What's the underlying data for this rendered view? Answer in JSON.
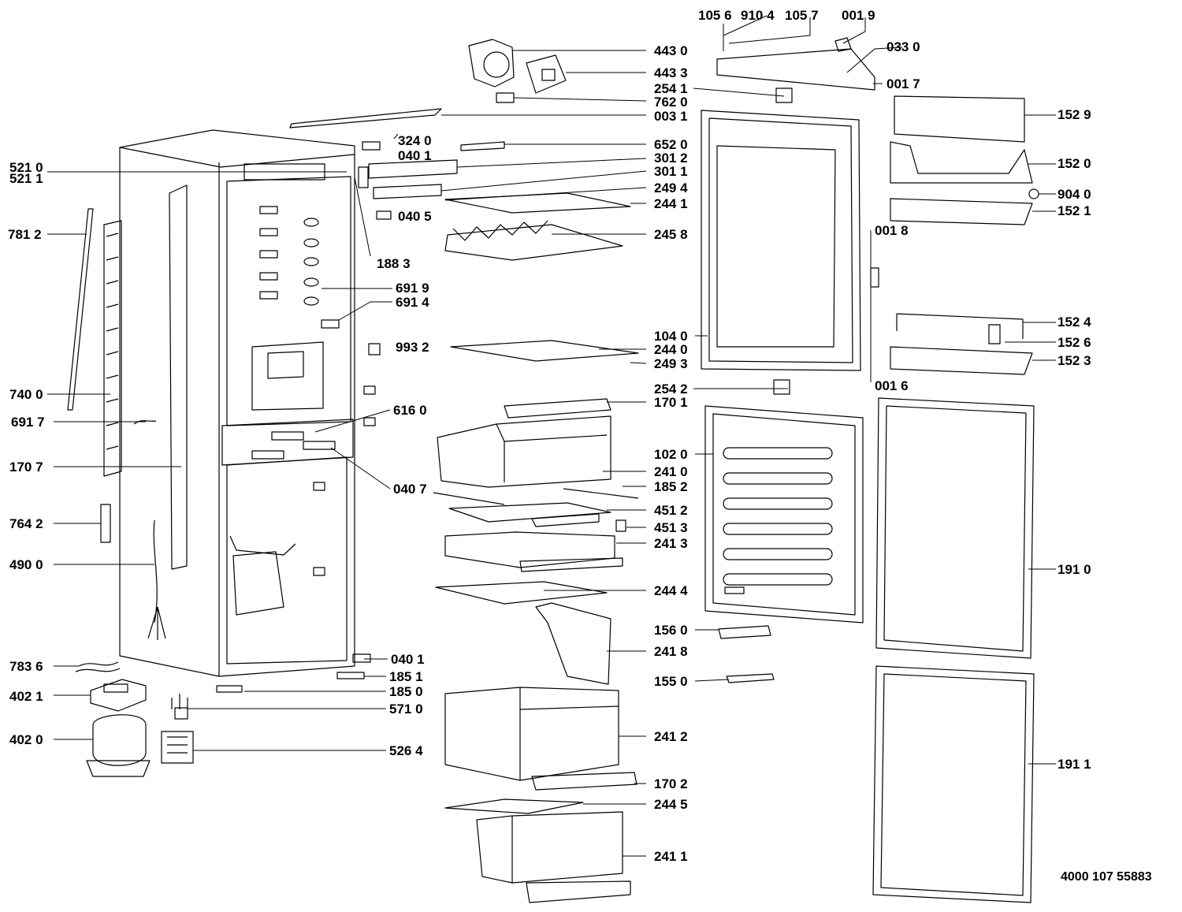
{
  "diagram": {
    "document_number": "4000 107 55883",
    "part_labels": [
      {
        "id": "L1",
        "text": "105 6"
      },
      {
        "id": "L2",
        "text": "910 4"
      },
      {
        "id": "L3",
        "text": "105 7"
      },
      {
        "id": "L4",
        "text": "001 9"
      },
      {
        "id": "L5",
        "text": "033 0"
      },
      {
        "id": "L6",
        "text": "443 0"
      },
      {
        "id": "L7",
        "text": "443 3"
      },
      {
        "id": "L8",
        "text": "001 7"
      },
      {
        "id": "L9",
        "text": "254 1"
      },
      {
        "id": "L10",
        "text": "762 0"
      },
      {
        "id": "L11",
        "text": "003 1"
      },
      {
        "id": "L12",
        "text": "152 9"
      },
      {
        "id": "L13",
        "text": "324 0"
      },
      {
        "id": "L14",
        "text": "652 0"
      },
      {
        "id": "L15",
        "text": "040 1"
      },
      {
        "id": "L16",
        "text": "521 0"
      },
      {
        "id": "L17",
        "text": "521 1"
      },
      {
        "id": "L18",
        "text": "301 2"
      },
      {
        "id": "L19",
        "text": "152 0"
      },
      {
        "id": "L20",
        "text": "301 1"
      },
      {
        "id": "L21",
        "text": "249 4"
      },
      {
        "id": "L22",
        "text": "904 0"
      },
      {
        "id": "L23",
        "text": "244 1"
      },
      {
        "id": "L24",
        "text": "152 1"
      },
      {
        "id": "L25",
        "text": "040 5"
      },
      {
        "id": "L26",
        "text": "781 2"
      },
      {
        "id": "L27",
        "text": "001 8"
      },
      {
        "id": "L28",
        "text": "245 8"
      },
      {
        "id": "L29",
        "text": "188 3"
      },
      {
        "id": "L30",
        "text": "691 9"
      },
      {
        "id": "L31",
        "text": "691 4"
      },
      {
        "id": "L32",
        "text": "152 4"
      },
      {
        "id": "L33",
        "text": "104 0"
      },
      {
        "id": "L34",
        "text": "152 6"
      },
      {
        "id": "L35",
        "text": "993 2"
      },
      {
        "id": "L36",
        "text": "244 0"
      },
      {
        "id": "L37",
        "text": "152 3"
      },
      {
        "id": "L38",
        "text": "249 3"
      },
      {
        "id": "L39",
        "text": "001 6"
      },
      {
        "id": "L40",
        "text": "254 2"
      },
      {
        "id": "L41",
        "text": "740 0"
      },
      {
        "id": "L42",
        "text": "170 1"
      },
      {
        "id": "L43",
        "text": "616 0"
      },
      {
        "id": "L44",
        "text": "691 7"
      },
      {
        "id": "L45",
        "text": "102 0"
      },
      {
        "id": "L46",
        "text": "170 7"
      },
      {
        "id": "L47",
        "text": "241 0"
      },
      {
        "id": "L48",
        "text": "040 7"
      },
      {
        "id": "L49",
        "text": "185 2"
      },
      {
        "id": "L50",
        "text": "451 2"
      },
      {
        "id": "L51",
        "text": "764 2"
      },
      {
        "id": "L52",
        "text": "451 3"
      },
      {
        "id": "L53",
        "text": "241 3"
      },
      {
        "id": "L54",
        "text": "490 0"
      },
      {
        "id": "L55",
        "text": "191 0"
      },
      {
        "id": "L56",
        "text": "244 4"
      },
      {
        "id": "L57",
        "text": "156 0"
      },
      {
        "id": "L58",
        "text": "241 8"
      },
      {
        "id": "L59",
        "text": "040 1"
      },
      {
        "id": "L60",
        "text": "783 6"
      },
      {
        "id": "L61",
        "text": "185 1"
      },
      {
        "id": "L62",
        "text": "155 0"
      },
      {
        "id": "L63",
        "text": "402 1"
      },
      {
        "id": "L64",
        "text": "185 0"
      },
      {
        "id": "L65",
        "text": "571 0"
      },
      {
        "id": "L66",
        "text": "241 2"
      },
      {
        "id": "L67",
        "text": "402 0"
      },
      {
        "id": "L68",
        "text": "526 4"
      },
      {
        "id": "L69",
        "text": "191 1"
      },
      {
        "id": "L70",
        "text": "170 2"
      },
      {
        "id": "L71",
        "text": "244 5"
      },
      {
        "id": "L72",
        "text": "241 1"
      }
    ]
  }
}
